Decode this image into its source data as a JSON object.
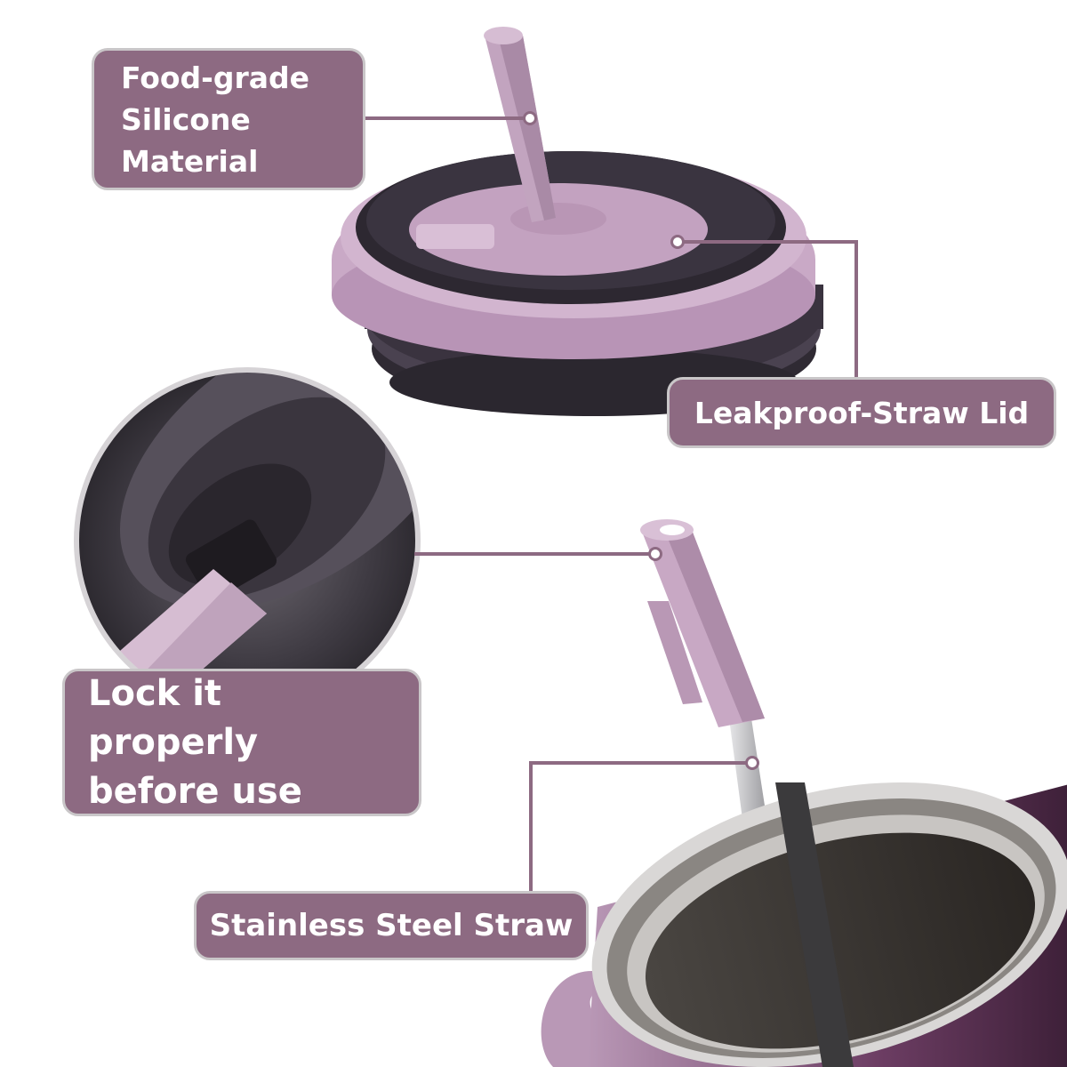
{
  "callouts": {
    "food_grade": [
      "Food-grade",
      "Silicone",
      "Material"
    ],
    "lid": "Leakproof-Straw Lid",
    "lock": [
      "Lock it properly",
      "before use"
    ],
    "steel_straw": "Stainless Steel Straw"
  },
  "colors": {
    "callout_fill": "#8d6a82",
    "callout_border": "#c9c6c8",
    "silicone_pink": "#c9a9c6",
    "dark_plastic": "#3b3340",
    "tumbler_purple": "#5a3152"
  },
  "icons": [
    "straw-lid-illustration",
    "lock-detail-zoom-illustration",
    "straw-tip-illustration",
    "tumbler-illustration"
  ]
}
